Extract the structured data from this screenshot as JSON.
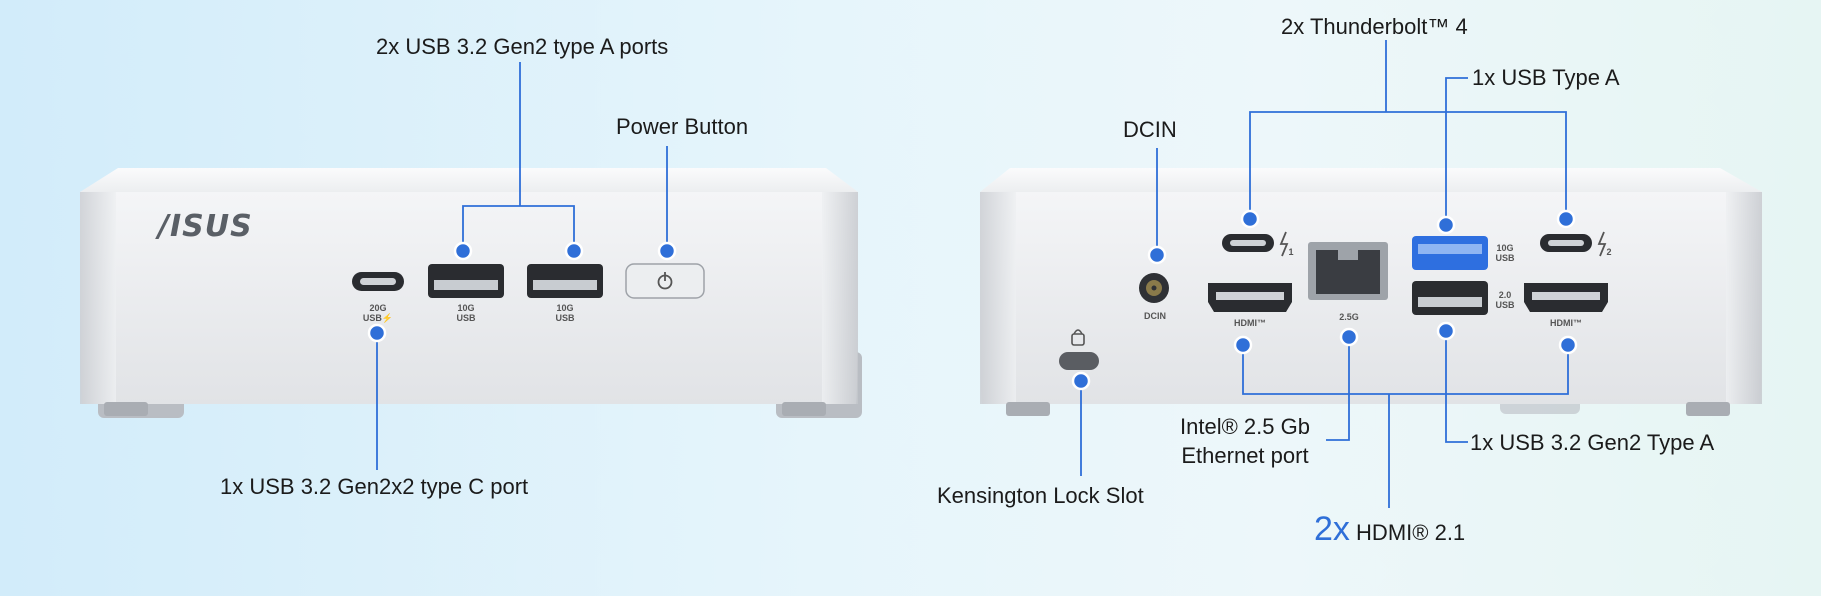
{
  "front": {
    "logo": "/ISUS",
    "labels": {
      "usb_a_ports": "2x USB 3.2 Gen2 type A ports",
      "power_button": "Power Button",
      "usb_c_port": "1x USB 3.2 Gen2x2 type C port"
    },
    "port_marks": {
      "usbc": [
        "20G",
        "USB⚡"
      ],
      "usba1": [
        "10G",
        "USB"
      ],
      "usba2": [
        "10G",
        "USB"
      ]
    }
  },
  "rear": {
    "labels": {
      "dcin": "DCIN",
      "thunderbolt": "2x Thunderbolt™ 4",
      "usb_type_a": "1x  USB Type A",
      "ethernet_line1": "Intel® 2.5 Gb",
      "ethernet_line2": "Ethernet port",
      "usb_gen2_a": "1x USB 3.2 Gen2 Type A",
      "kensington": "Kensington Lock Slot",
      "hdmi_count": "2x",
      "hdmi_text": "HDMI® 2.1"
    },
    "port_marks": {
      "dcin": "DCIN",
      "hdmi1": "HDMI™",
      "hdmi2": "HDMI™",
      "ethernet": "2.5G",
      "usb_top": [
        "10G",
        "USB"
      ],
      "usb_bottom": [
        "2.0",
        "USB"
      ],
      "tb1": "1",
      "tb2": "2"
    }
  },
  "colors": {
    "accent": "#2f6fd8",
    "body_silver": "#e9ebee",
    "usb_blue": "#2e6fe0"
  }
}
